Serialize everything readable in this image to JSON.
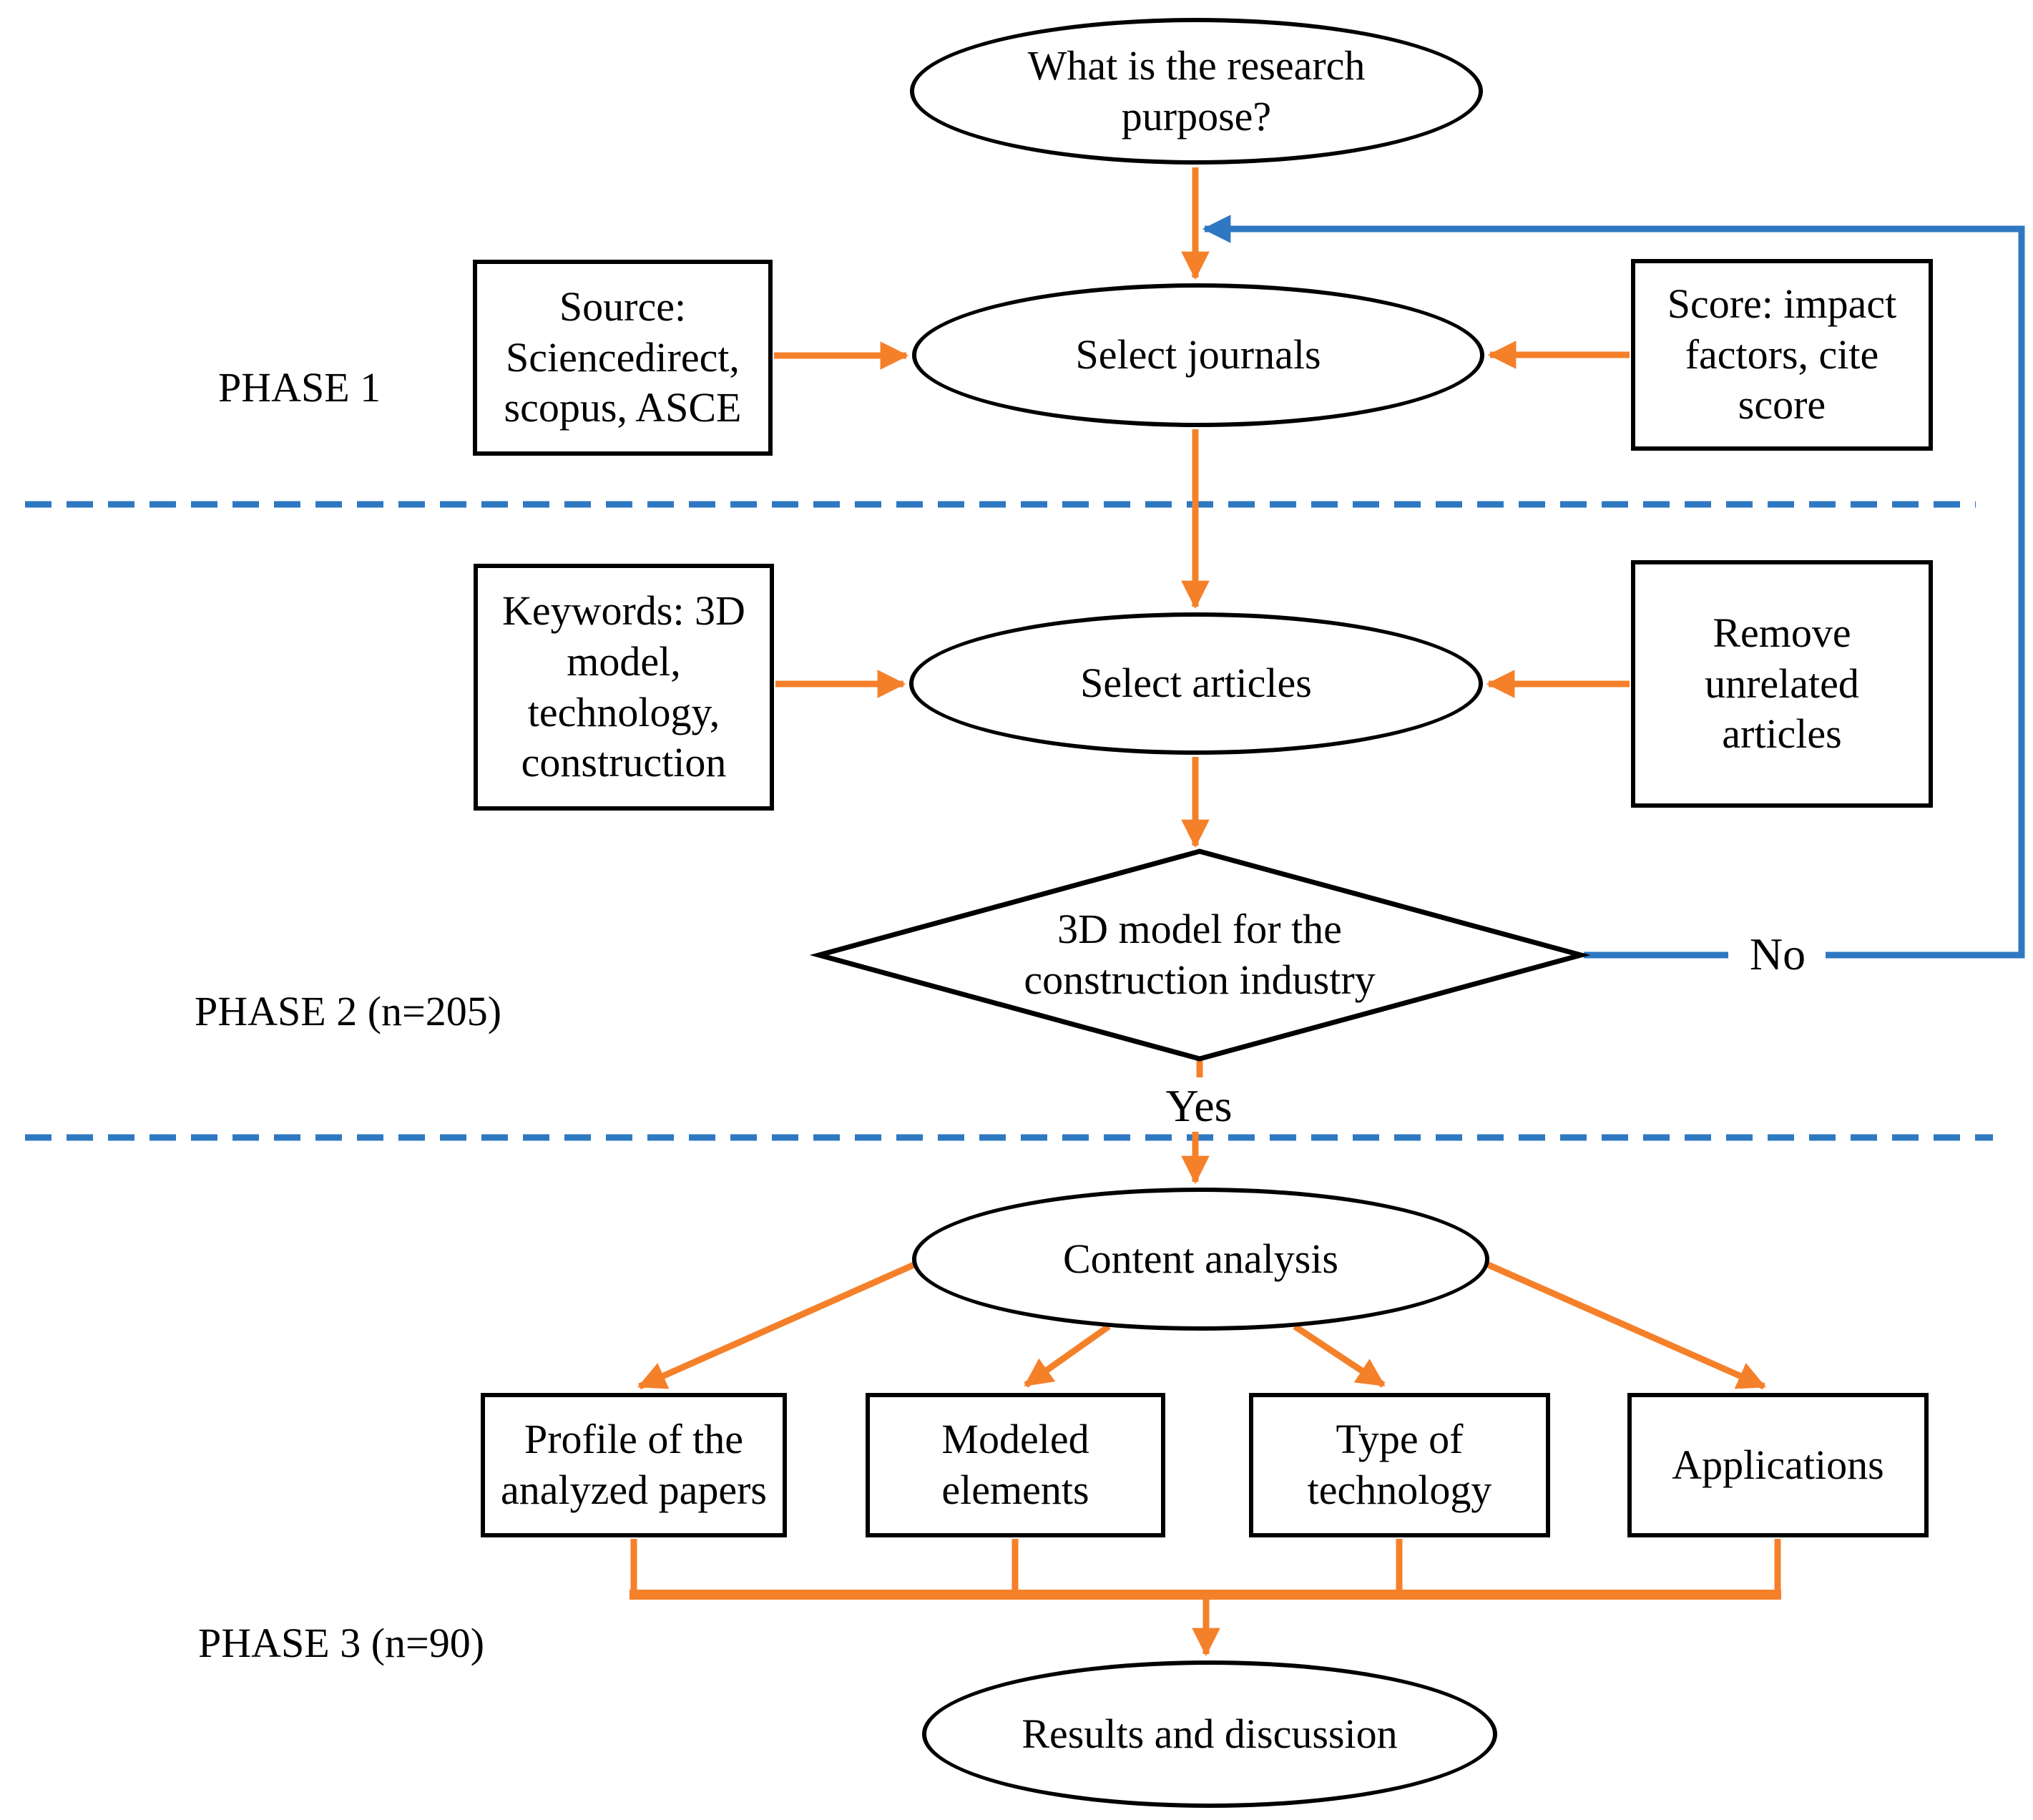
{
  "colors": {
    "arrow_orange": "#F5802A",
    "flow_blue": "#2E78C2",
    "shape_outline": "#000000",
    "background": "#FFFFFF"
  },
  "phase_labels": {
    "phase1": "PHASE 1",
    "phase2": "PHASE 2 (n=205)",
    "phase3": "PHASE 3 (n=90)"
  },
  "nodes": {
    "research_purpose": "What is the research\npurpose?",
    "source": "Source:\nSciencedirect,\nscopus, ASCE",
    "select_journals": "Select journals",
    "score": "Score: impact\nfactors, cite\nscore",
    "keywords": "Keywords: 3D\nmodel,\ntechnology,\nconstruction",
    "select_articles": "Select articles",
    "remove_unrelated": "Remove\nunrelated\narticles",
    "decision": "3D model for the\nconstruction industry",
    "content_analysis": "Content analysis",
    "profile": "Profile of the\nanalyzed papers",
    "modeled": "Modeled\nelements",
    "type_of_technology": "Type of\ntechnology",
    "applications": "Applications",
    "results": "Results and discussion"
  },
  "branch_labels": {
    "no": "No",
    "yes": "Yes"
  }
}
